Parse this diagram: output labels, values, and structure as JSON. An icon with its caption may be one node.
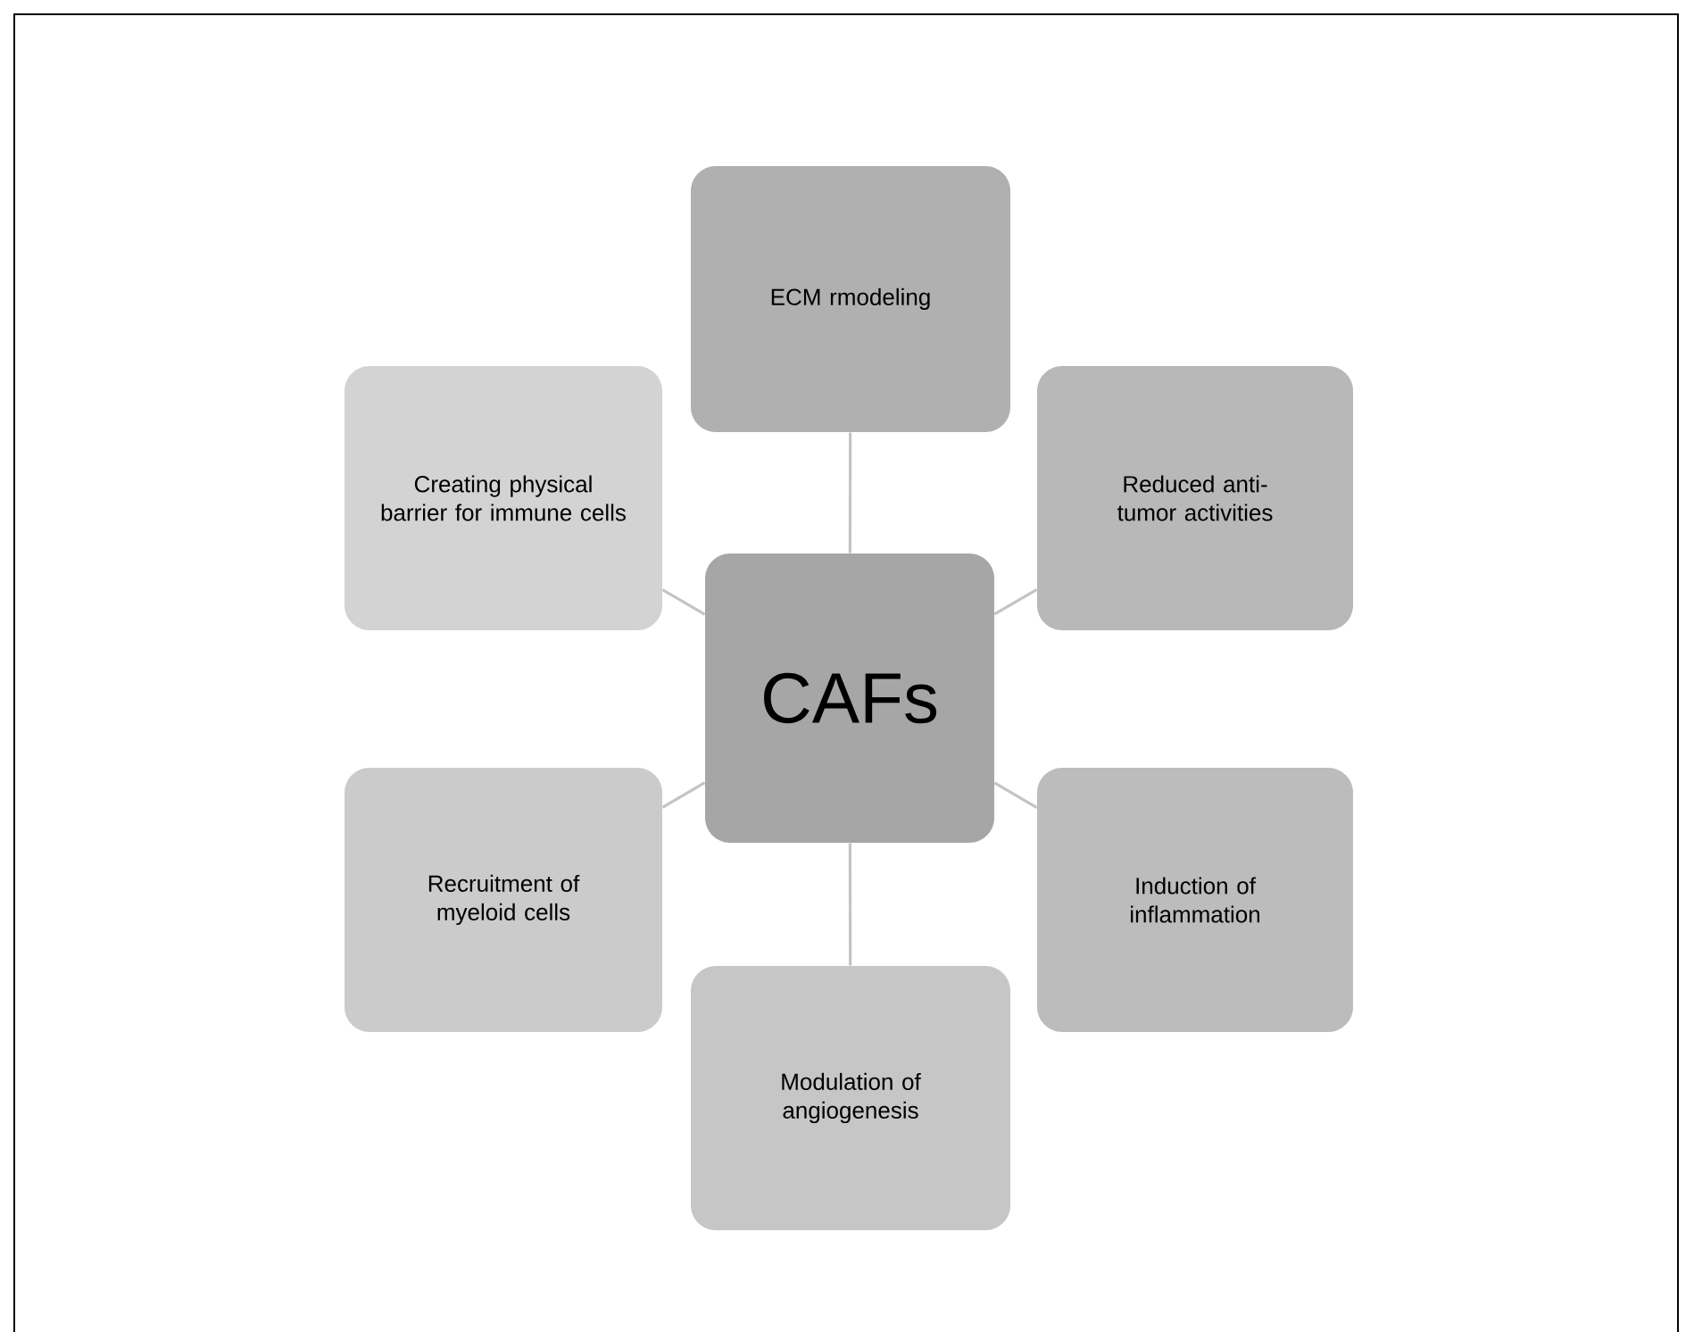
{
  "diagram": {
    "nodes": [
      {
        "text": [
          "CAFs"
        ]
      },
      {
        "text": [
          "ECM rmodeling"
        ]
      },
      {
        "text": [
          "Reduced anti-tumor activities"
        ]
      },
      {
        "text": [
          "Induction of inflammation"
        ]
      },
      {
        "text": [
          "Modulation of angiogenesis"
        ]
      },
      {
        "text": [
          "Recruitment of myeloid cells"
        ]
      },
      {
        "text": [
          "Creating physical barrier for immune cells"
        ]
      }
    ],
    "edges": [
      {
        "from": 0,
        "to": 1,
        "arrow": "none"
      },
      {
        "from": 0,
        "to": 2,
        "arrow": "none"
      },
      {
        "from": 0,
        "to": 3,
        "arrow": "none"
      },
      {
        "from": 0,
        "to": 4,
        "arrow": "none"
      },
      {
        "from": 0,
        "to": 5,
        "arrow": "none"
      },
      {
        "from": 0,
        "to": 6,
        "arrow": "none"
      }
    ]
  }
}
